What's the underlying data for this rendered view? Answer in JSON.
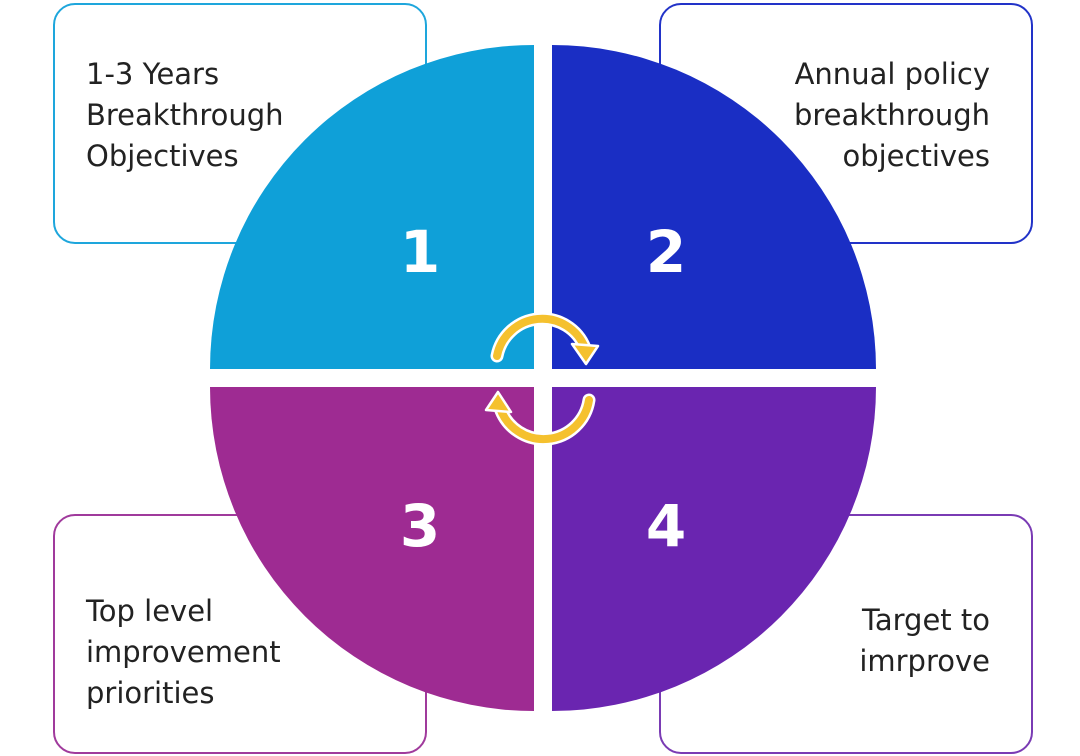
{
  "quadrants": [
    {
      "number": "1",
      "text": "1-3 Years\nBreakthrough\nObjectives",
      "color": "#0fa0d8"
    },
    {
      "number": "2",
      "text": "Annual policy\nbreakthrough\nobjectives",
      "color": "#1a2ec4"
    },
    {
      "number": "3",
      "text": "Top level\nimprovement\npriorities",
      "color": "#9e2b92"
    },
    {
      "number": "4",
      "text": "Target to\nimrprove",
      "color": "#6a25b0"
    }
  ],
  "icons": {
    "cycle": "cycle-arrows-icon"
  },
  "colors": {
    "arrow_fill": "#f5c12e",
    "arrow_outline": "#ffffff"
  }
}
